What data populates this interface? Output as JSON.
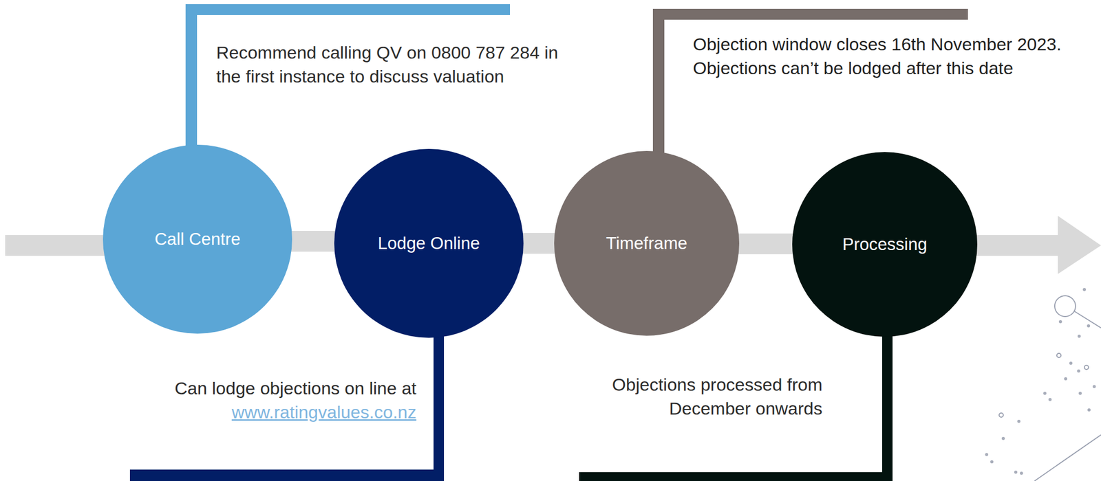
{
  "diagram": {
    "nodes": [
      {
        "text": [
          "Call Centre"
        ]
      },
      {
        "text": [
          "Lodge Online"
        ]
      },
      {
        "text": [
          "Timeframe"
        ]
      },
      {
        "text": [
          "Processing"
        ]
      }
    ],
    "edges": [
      {
        "from": 0,
        "to": 1,
        "arrow": "none"
      },
      {
        "from": 1,
        "to": 2,
        "arrow": "none"
      },
      {
        "from": 2,
        "to": 3,
        "arrow": "none"
      }
    ],
    "labels": [
      "Recommend calling QV on 0800 787 284 in the first instance to discuss valuation",
      "Objection window closes 16th November 2023. Objections can’t be lodged after this date",
      "Can lodge objections on line at",
      "www.ratingvalues.co.nz",
      "Objections processed from December onwards"
    ]
  }
}
